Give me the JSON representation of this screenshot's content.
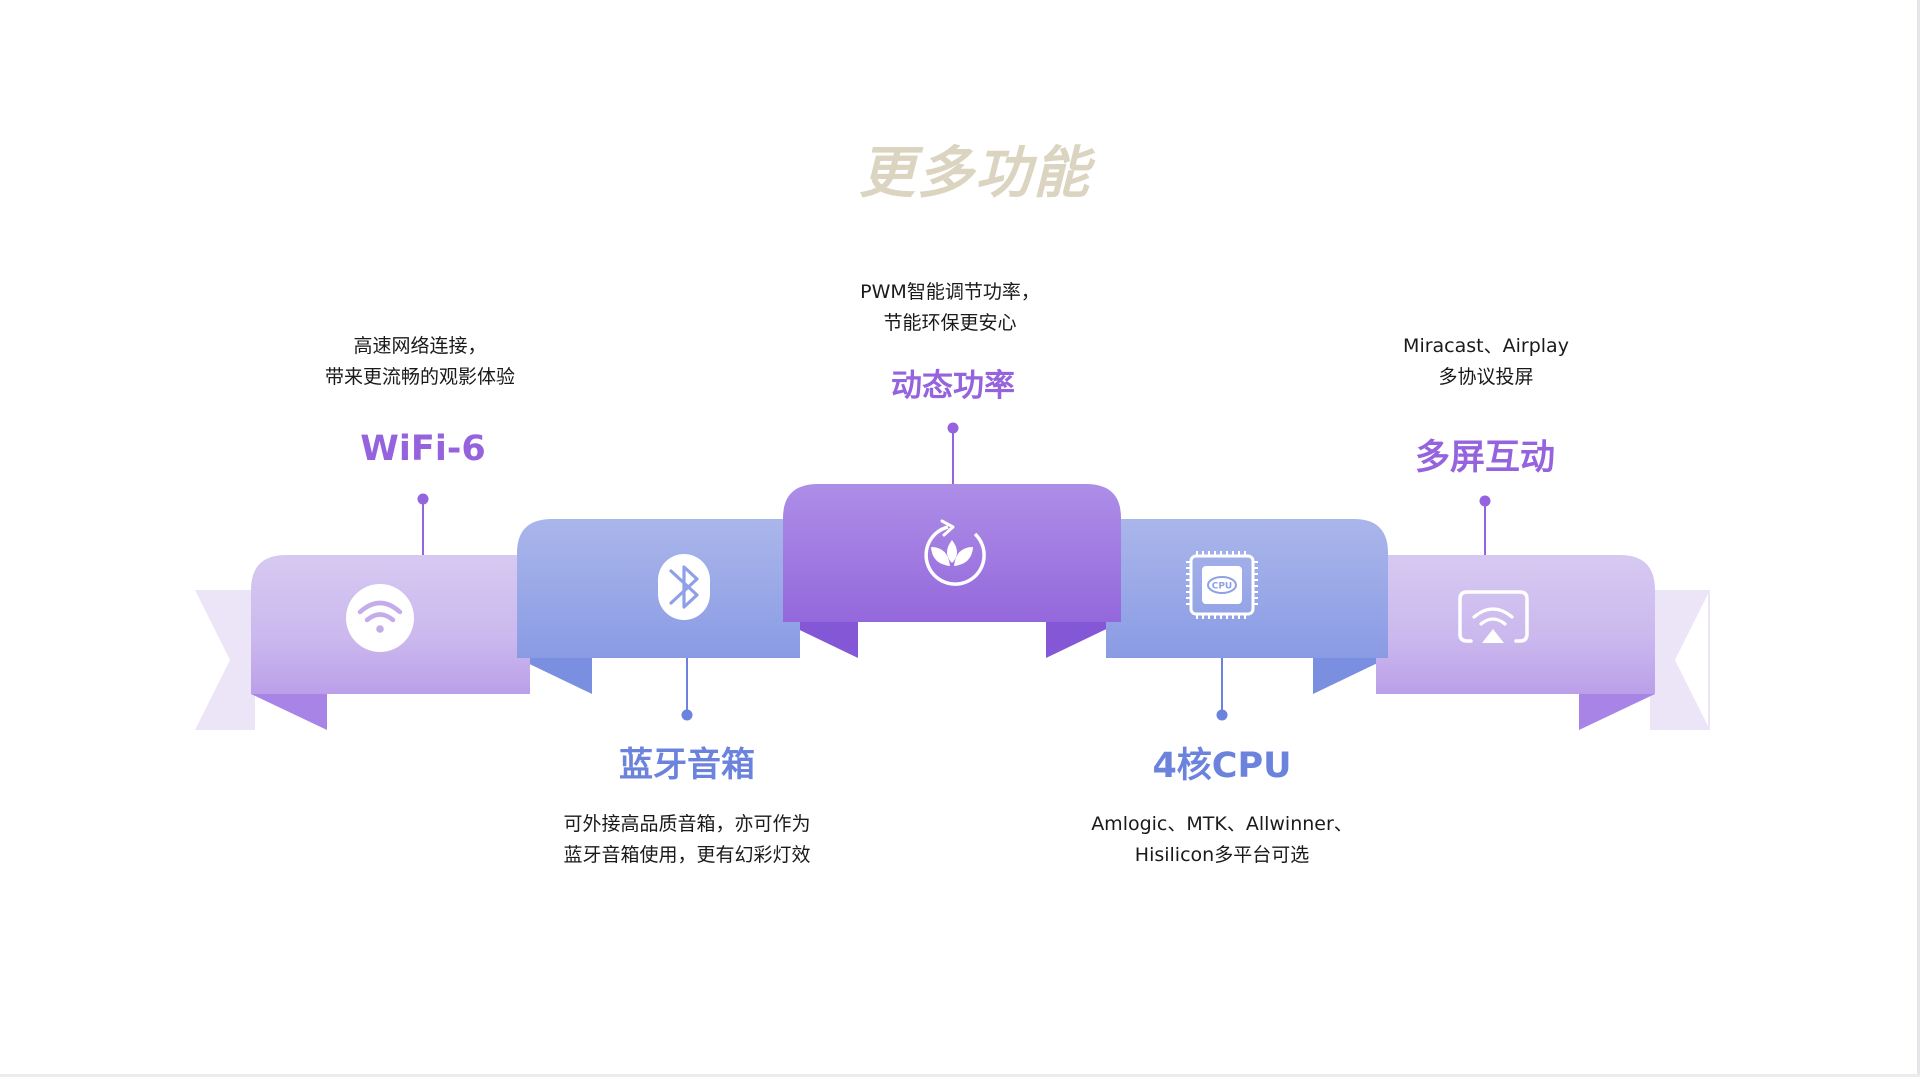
{
  "page": {
    "title": "更多功能"
  },
  "features": [
    {
      "title": "WiFi-6",
      "desc_line1": "高速网络连接，",
      "desc_line2": "带来更流畅的观影体验",
      "icon": "wifi-icon"
    },
    {
      "title": "蓝牙音箱",
      "desc_line1": "可外接高品质音箱，亦可作为",
      "desc_line2": "蓝牙音箱使用，更有幻彩灯效",
      "icon": "bluetooth-icon"
    },
    {
      "title": "动态功率",
      "desc_line1": "PWM智能调节功率，",
      "desc_line2": "节能环保更安心",
      "icon": "eco-leaf-icon"
    },
    {
      "title": "4核CPU",
      "desc_line1": "Amlogic、MTK、Allwinner、",
      "desc_line2": "Hisilicon多平台可选",
      "icon": "cpu-chip-icon",
      "icon_text": "CPU"
    },
    {
      "title": "多屏互动",
      "desc_line1": "Miracast、Airplay",
      "desc_line2": "多协议投屏",
      "icon": "screen-cast-icon"
    }
  ],
  "colors": {
    "title": "#dbd4c0",
    "accent_purple": "#9563dd",
    "accent_blue": "#6b83dc",
    "ribbon_light_purple": "#d2c1f0",
    "ribbon_blue": "#8ea0e6",
    "ribbon_center_purple": "#9f7ae2"
  }
}
